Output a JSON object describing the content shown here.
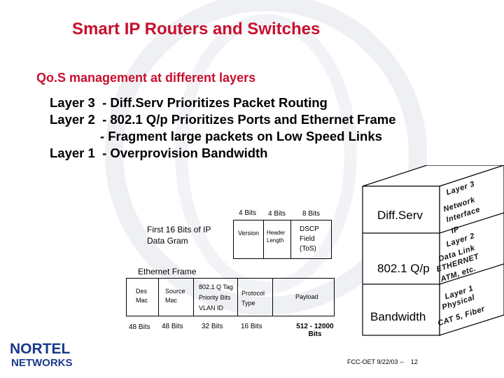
{
  "slide": {
    "title": "Smart IP Routers and Switches",
    "subtitle": "Qo.S management at different layers",
    "layers": [
      "Layer 3  - Diff.Serv Prioritizes Packet Routing",
      "Layer 2  - 802.1 Q/p Prioritizes Ports and Ethernet Frame",
      "              - Fragment large packets on Low Speed Links",
      "Layer 1  - Overprovision Bandwidth"
    ],
    "ip_header": {
      "label": "First 16 Bits of IP Data Gram",
      "bit_labels": [
        "4 Bits",
        "4 Bits",
        "8 Bits"
      ],
      "fields": [
        "Version",
        "Header Length",
        "DSCP Field (ToS)"
      ]
    },
    "ethernet": {
      "label": "Ethernet Frame",
      "fields": [
        "Des Mac",
        "Source Mac",
        "802.1 Q Tag Priority Bits VLAN ID",
        "Protocol Type",
        "Payload"
      ],
      "bit_labels": [
        "48 Bits",
        "48 Bits",
        "32 Bits",
        "16 Bits",
        "512 - 12000 Bits"
      ]
    },
    "cube": {
      "front_labels": [
        "Diff.Serv",
        "802.1 Q/p",
        "Bandwidth"
      ],
      "side_text_1": [
        "Layer 3",
        "Network",
        "Interface",
        "IP"
      ],
      "side_text_2": [
        "Layer 2",
        "Data Link",
        "ETHERNET",
        "ATM, etc."
      ],
      "side_text_3": [
        "Layer 1",
        "Physical",
        "CAT 5, Fiber"
      ]
    },
    "logo": {
      "line1": "NORTEL",
      "line2": "NETWORKS",
      "color": "#1a3a8a"
    },
    "footer": "FCC-OET 9/22/03 --    12",
    "accent_color": "#c8102e"
  }
}
